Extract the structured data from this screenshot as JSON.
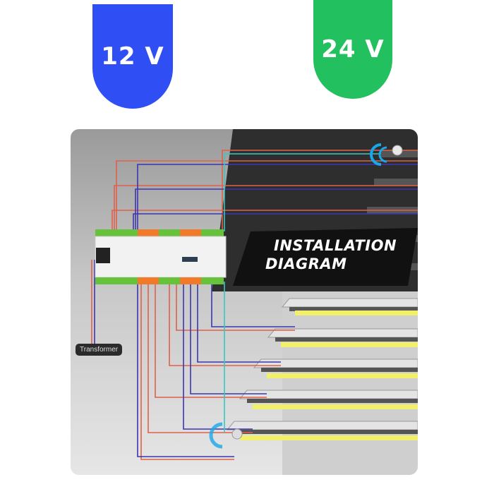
{
  "badges": [
    {
      "label": "12 V",
      "color": "#2f4ff5"
    },
    {
      "label": "24 V",
      "color": "#22c05e"
    }
  ],
  "diagram": {
    "title_line1": "INSTALLATION",
    "title_line2": "DIAGRAM",
    "transformer_label": "Transformer",
    "wire_colors": {
      "positive": "#e0604a",
      "negative": "#3b36b0",
      "signal": "#38c7c2"
    },
    "strip_color": "#f2f06a",
    "sensor_color": "#1aa7e8"
  }
}
